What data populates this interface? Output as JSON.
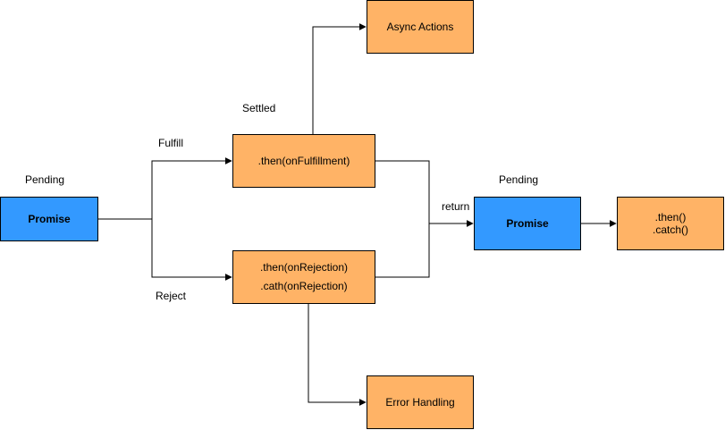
{
  "colors": {
    "promise_fill": "#3399ff",
    "action_fill": "#ffb366",
    "stroke": "#000000"
  },
  "nodes": {
    "promise_start": "Promise",
    "then_fulfillment": ".then(onFulfillment)",
    "then_rejection_line1": ".then(onRejection)",
    "then_rejection_line2": ".cath(onRejection)",
    "async_actions": "Async Actions",
    "error_handling": "Error Handling",
    "promise_returned": "Promise",
    "then_catch_line1": ".then()",
    "then_catch_line2": ".catch()"
  },
  "labels": {
    "pending_start": "Pending",
    "settled": "Settled",
    "fulfill": "Fulfill",
    "reject": "Reject",
    "return": "return",
    "pending_returned": "Pending"
  }
}
